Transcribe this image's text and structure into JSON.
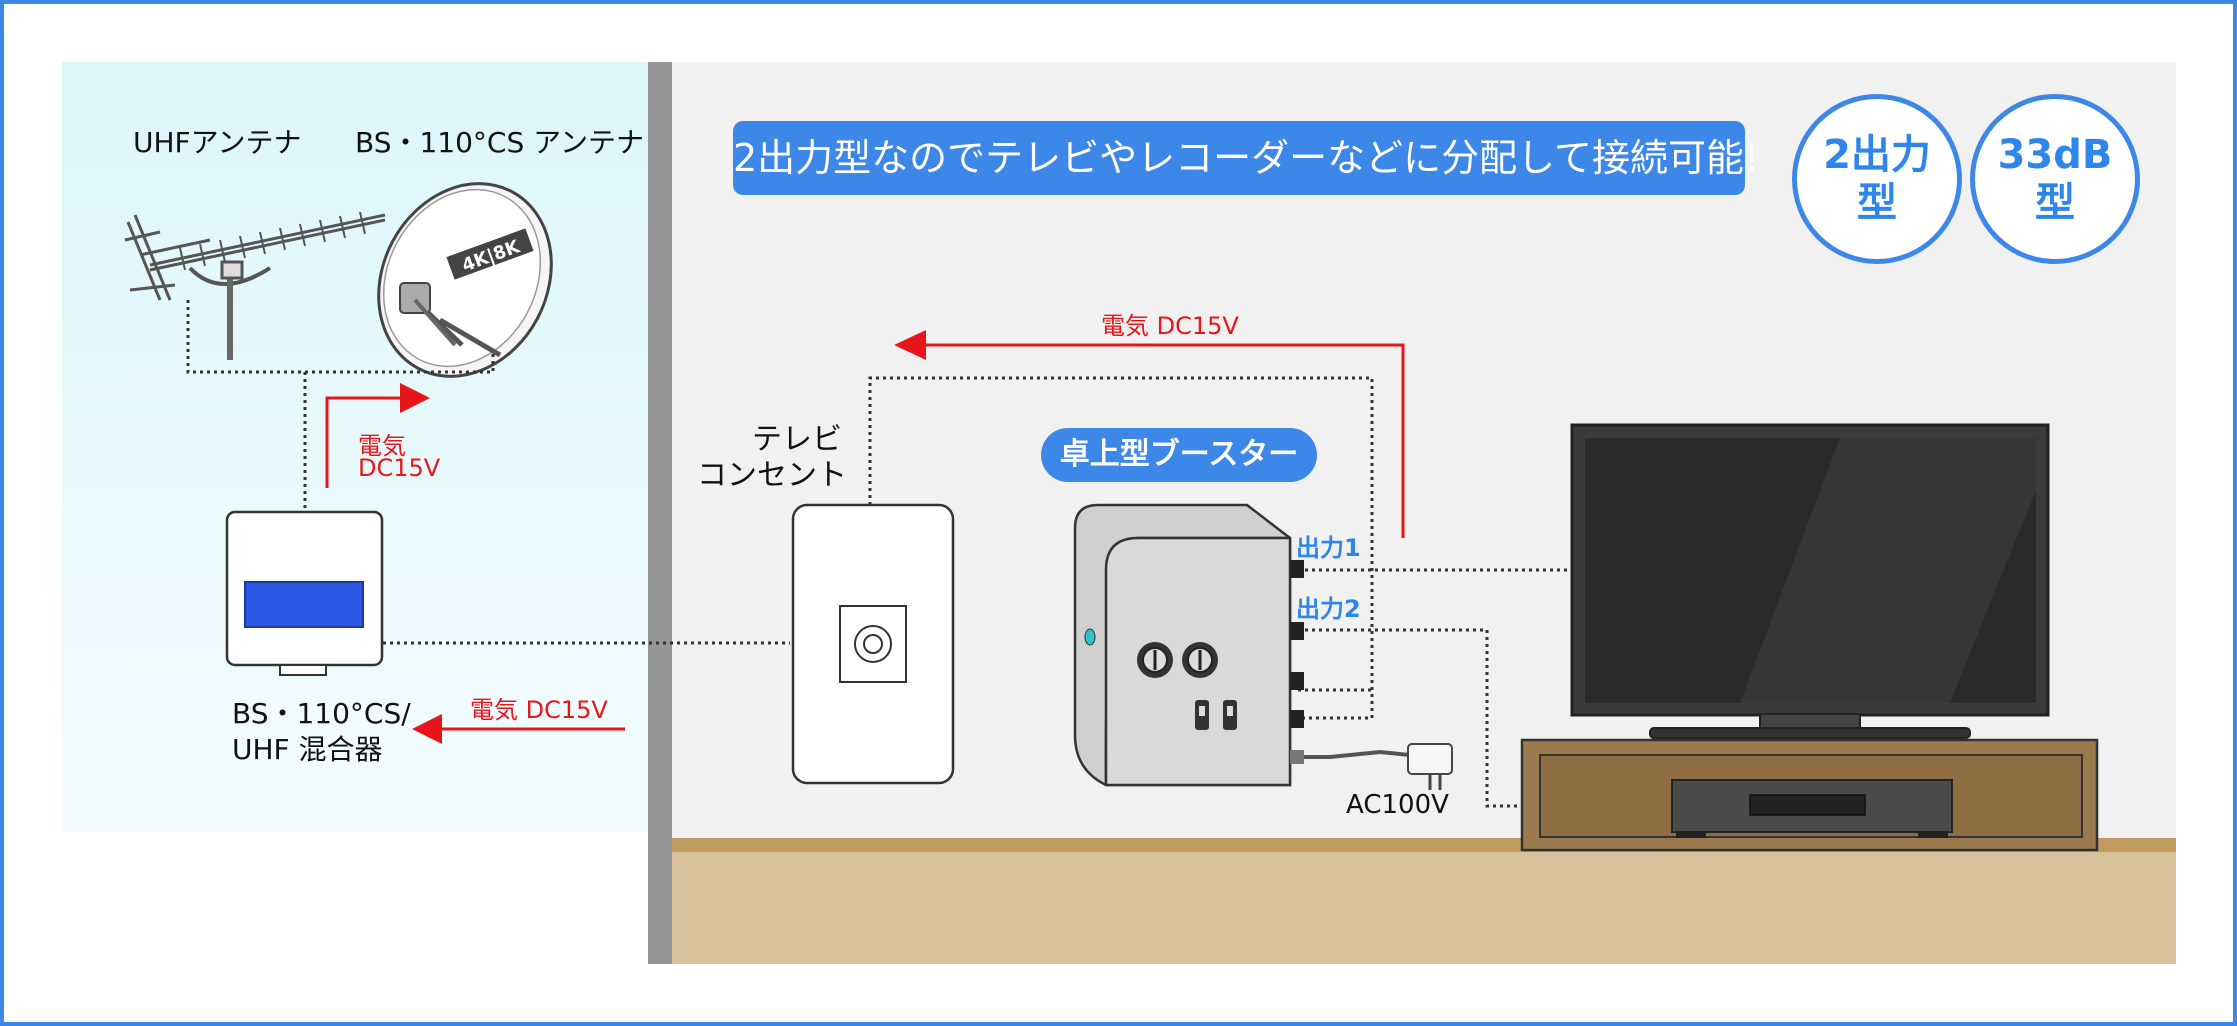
{
  "colors": {
    "accent_blue": "#3d87e8",
    "power_red": "#e8161b",
    "outdoor_bg": "#e6fafd",
    "indoor_bg": "#f1f1f1",
    "floor": "#d8c29b",
    "wall": "#959595"
  },
  "antennas": {
    "uhf_label": "UHFアンテナ",
    "bs_label": "BS・110°CS アンテナ",
    "dish_logo": "4K|8K"
  },
  "mixer": {
    "label_line1": "BS・110°CS/",
    "label_line2": "UHF 混合器"
  },
  "power": {
    "label_mixer_line1": "電気",
    "label_mixer_line2": "DC15V",
    "label_bottom": "電気 DC15V",
    "label_top": "電気 DC15V"
  },
  "outlet": {
    "label_line1": "テレビ",
    "label_line2": "コンセント"
  },
  "booster": {
    "title": "卓上型ブースター",
    "output1": "出力1",
    "output2": "出力2",
    "ac_label": "AC100V"
  },
  "banner": {
    "text": "2出力型なのでテレビやレコーダーなどに分配して接続可能!"
  },
  "badges": [
    {
      "line1": "2出力",
      "line2": "型"
    },
    {
      "line1": "33dB",
      "line2": "型"
    }
  ]
}
